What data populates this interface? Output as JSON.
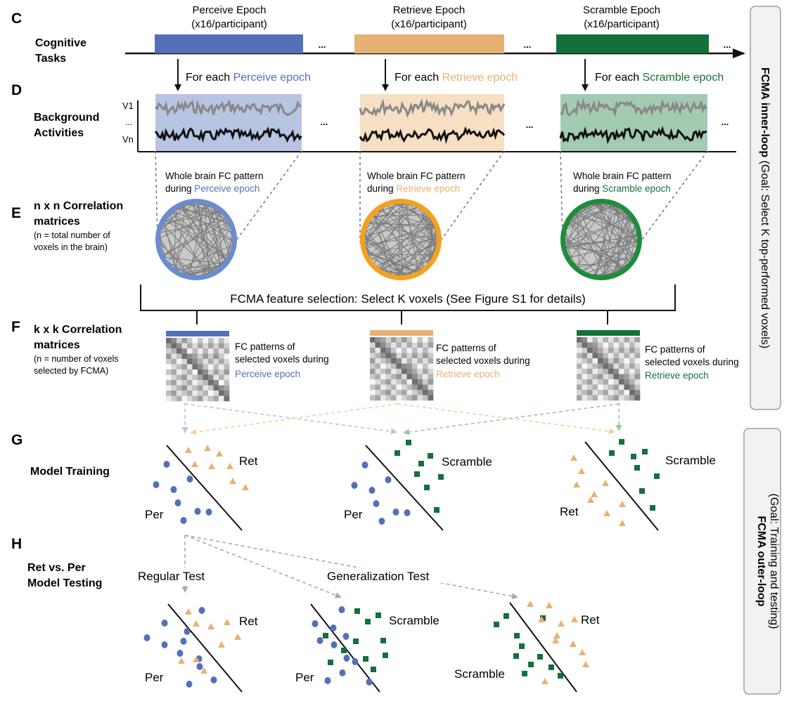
{
  "colors": {
    "perceive": "#5470b8",
    "retrieve": "#e6b273",
    "scramble": "#14703a",
    "perceive_light": "#b7c4e2",
    "retrieve_light": "#f6dfc3",
    "scramble_light": "#a2cbb1",
    "perceive_ring": "#6a8cd0",
    "retrieve_ring": "#f2a21f",
    "scramble_ring": "#1f8c3c",
    "grey_line": "#888888",
    "dashed": "#9a9a9a",
    "box_border": "#a0a0a0",
    "box_fill": "#f2f2f2"
  },
  "panels": {
    "C": {
      "letter": "C",
      "title_l1": "Cognitive",
      "title_l2": "Tasks",
      "epochs": [
        {
          "name": "Perceive Epoch",
          "sub": "(x16/participant)"
        },
        {
          "name": "Retrieve Epoch",
          "sub": "(x16/participant)"
        },
        {
          "name": "Scramble Epoch",
          "sub": "(x16/participant)"
        }
      ],
      "ellipsis": "..."
    },
    "D": {
      "letter": "D",
      "title_l1": "Background",
      "title_l2": "Activities",
      "for_each_prefix": "For each ",
      "for_each": [
        "Perceive epoch",
        "Retrieve epoch",
        "Scramble epoch"
      ],
      "v1": "V1",
      "vdots": "...",
      "vn": "Vn",
      "ellipsis": "..."
    },
    "E": {
      "letter": "E",
      "title_l1": "n x n Correlation",
      "title_l2": "matrices",
      "sub_l1": "(n = total number of",
      "sub_l2": "voxels in the brain)",
      "fc_line1": "Whole brain FC pattern",
      "fc_during": "during ",
      "fc_epochs": [
        "Perceive epoch",
        "Retrieve epoch",
        "Scramble epoch"
      ]
    },
    "selection": "FCMA feature selection: Select K voxels (See Figure S1 for details)",
    "F": {
      "letter": "F",
      "title_l1": "k x k Correlation",
      "title_l2": "matrices",
      "sub_l1": "(n = number of voxels",
      "sub_l2": "selected by FCMA)",
      "cap_l1": "FC patterns of",
      "cap_l2": "selected voxels during",
      "cap_epochs": [
        "Perceive epoch",
        "Retrieve epoch",
        "Retrieve epoch"
      ]
    },
    "G": {
      "letter": "G",
      "title": "Model Training",
      "models": [
        {
          "left": "Per",
          "right": "Ret"
        },
        {
          "left": "Per",
          "right": "Scramble"
        },
        {
          "left": "Ret",
          "right": "Scramble"
        }
      ]
    },
    "H": {
      "letter": "H",
      "title_l1": "Ret vs. Per",
      "title_l2": "Model Testing",
      "regular": "Regular Test",
      "generalization": "Generalization Test",
      "tests": [
        {
          "left": "Per",
          "right": "Ret"
        },
        {
          "left": "Per",
          "right": "Scramble"
        },
        {
          "left": "Scramble",
          "right": "Ret"
        }
      ]
    }
  },
  "side_boxes": {
    "inner_bold": "FCMA inner-loop",
    "inner_rest": " (Goal: Select K top-performed voxels)",
    "outer_bold": "FCMA outer-loop",
    "outer_l2": "(Goal: Training and testing)"
  }
}
